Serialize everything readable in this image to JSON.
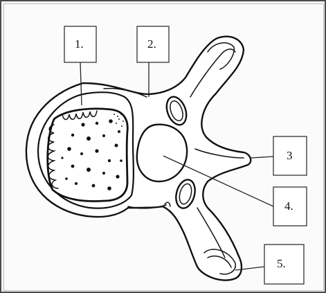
{
  "diagram": {
    "labels": [
      {
        "id": "label-1",
        "text": "1."
      },
      {
        "id": "label-2",
        "text": "2."
      },
      {
        "id": "label-3",
        "text": "3"
      },
      {
        "id": "label-4",
        "text": "4."
      },
      {
        "id": "label-5",
        "text": "5."
      }
    ]
  },
  "colors": {
    "ink": "#111111",
    "paper": "#ffffff",
    "frame": "#4a4a4a"
  }
}
